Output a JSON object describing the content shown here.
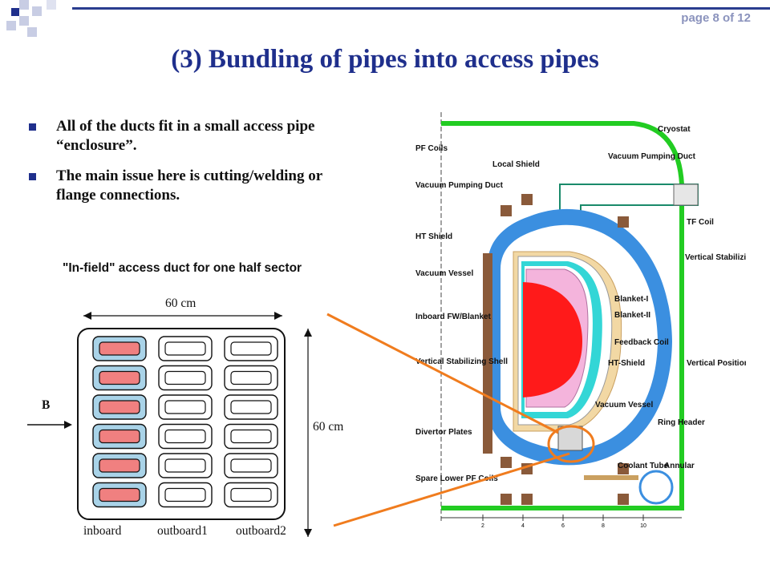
{
  "header": {
    "page_indicator": "page 8 of 12"
  },
  "slide": {
    "title": "(3) Bundling of pipes into access pipes",
    "bullets": [
      "All of the ducts fit in a small access pipe “enclosure”.",
      "The main issue here is cutting/welding or flange connections."
    ]
  },
  "duct_figure": {
    "caption": "\"In-field\" access duct for one half sector",
    "width_label": "60 cm",
    "height_label": "60 cm",
    "field_label": "B",
    "column_labels": [
      "inboard",
      "outboard1",
      "outboard2"
    ]
  },
  "reactor_figure": {
    "labels": {
      "cryostat": "Cryostat",
      "pf_coils": "PF Coils",
      "local_shield": "Local Shield",
      "vacuum_pumping_duct_top": "Vacuum Pumping Duct",
      "vacuum_pumping_duct_left": "Vacuum Pumping Duct",
      "ht_shield_left": "HT Shield",
      "tf_coil": "TF Coil",
      "vacuum_vessel_left": "Vacuum Vessel",
      "vertical_stabilizing_shell_right": "Vertical Stabilizing Shell",
      "blanket_1": "Blanket-I",
      "blanket_2": "Blanket-II",
      "inboard_fw_blanket": "Inboard FW/Blanket",
      "feedback_coil": "Feedback Coil",
      "ht_shield_center": "HT-Shield",
      "vertical_stabilizing_shell_left": "Vertical Stabilizing Shell",
      "vertical_position_coil": "Vertical Position Coil",
      "vacuum_vessel_center": "Vacuum Vessel",
      "ring_header": "Ring Header",
      "divertor_plates": "Divertor Plates",
      "coolant_tube": "Coolant Tube",
      "annular": "Annular",
      "spare_lower_pf_coils": "Spare Lower PF Coils"
    },
    "scale_ticks": [
      "2",
      "4",
      "6",
      "8",
      "10"
    ]
  },
  "colors": {
    "title": "#1f2f8c",
    "accent": "#1f2f8c",
    "inboard_pipe": "#f08080",
    "inboard_frame": "#a9d3e8",
    "cryostat": "#22cc22",
    "vessel": "#3b8fe0",
    "plasma": "#ff1a1a",
    "pointer_lines": "#f07c1e"
  }
}
